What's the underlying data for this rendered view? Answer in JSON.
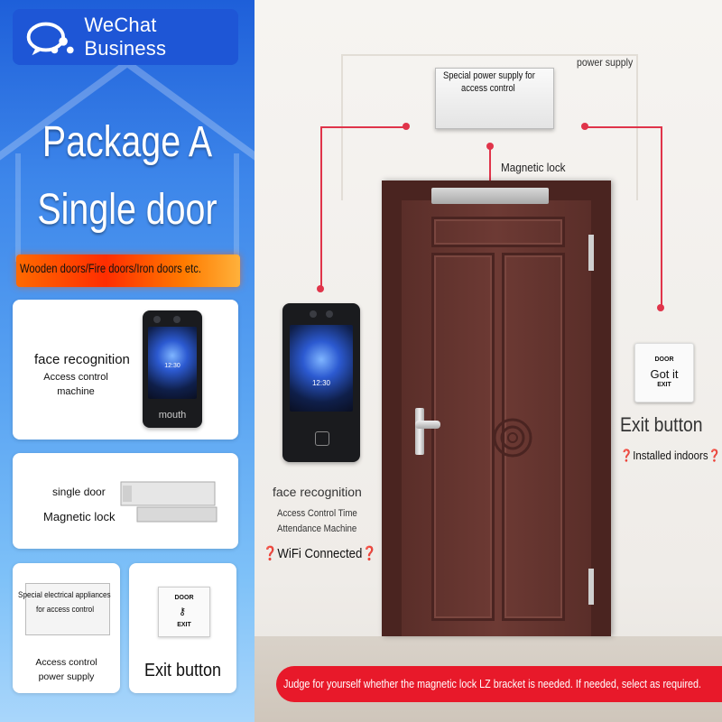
{
  "brand": {
    "name": "WeChat Business"
  },
  "headline": {
    "line1": "Package A",
    "line2": "Single door"
  },
  "ribbon": {
    "text": "Wooden doors/Fire doors/Iron doors etc."
  },
  "cards": {
    "face": {
      "title": "face recognition",
      "subtitle1": "Access control",
      "subtitle2": "machine",
      "device_label": "mouth",
      "device_time": "12:30"
    },
    "lock": {
      "line1": "single door",
      "line2": "Magnetic lock"
    },
    "psu": {
      "label_top1": "Special electrical appliances",
      "label_top2": "for access control",
      "caption1": "Access control",
      "caption2": "power supply"
    },
    "exit": {
      "label": "Exit button",
      "plate_top": "DOOR",
      "plate_bottom": "EXIT"
    }
  },
  "scene": {
    "power_supply_label": "power supply",
    "psu_box_line1": "Special power supply for",
    "psu_box_line2": "access control",
    "magnetic_lock_label": "Magnetic lock",
    "device": {
      "time": "12:30",
      "title": "face recognition",
      "line1": "Access Control Time",
      "line2": "Attendance Machine",
      "wifi": "❓WiFi Connected❓"
    },
    "exit_button": {
      "plate_top": "DOOR",
      "center_text": "Got it",
      "plate_bottom": "EXIT",
      "title": "Exit button",
      "note": "❓Installed indoors❓"
    }
  },
  "notice": {
    "text": "Judge for yourself whether the magnetic lock LZ bracket is needed. If needed, select as required."
  },
  "colors": {
    "brand_blue": "#1e56d6",
    "ribbon_orange": "#ff4a00",
    "notice_red": "#e8192a",
    "wire_red": "#e0344a",
    "door_brown": "#5a2e29"
  }
}
